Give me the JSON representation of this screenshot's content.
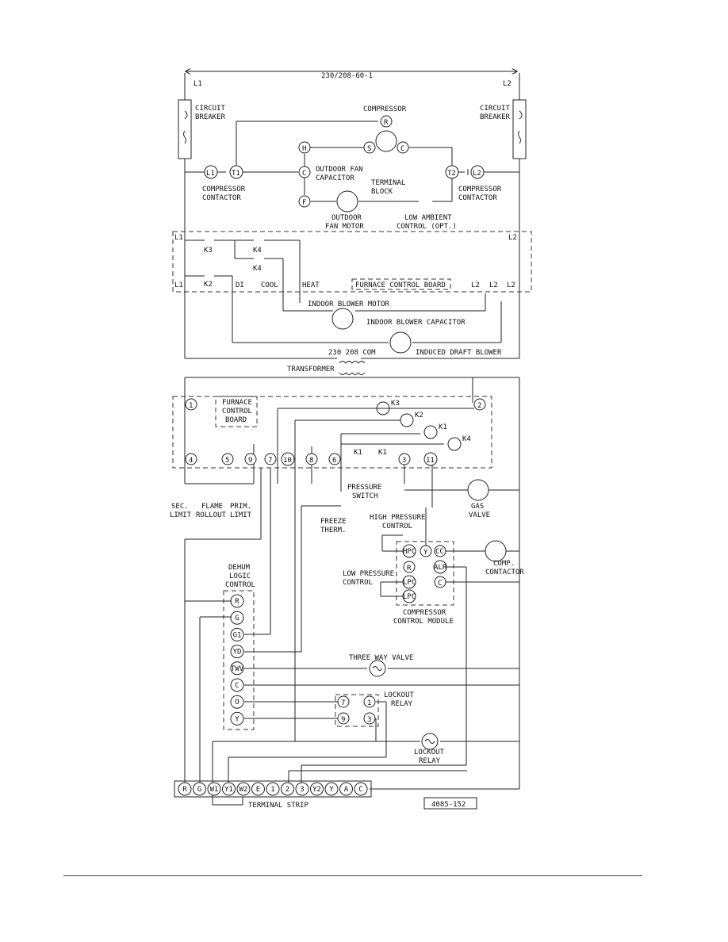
{
  "supply": {
    "voltage": "230/208-60-1",
    "l1": "L1",
    "l2": "L2"
  },
  "top": {
    "circuit_breaker_left": [
      "CIRCUIT",
      "BREAKER"
    ],
    "circuit_breaker_right": [
      "CIRCUIT",
      "BREAKER"
    ],
    "compressor": "COMPRESSOR",
    "compressor_terminals": {
      "r": "R",
      "s": "S",
      "c": "C"
    },
    "cap_terminals": {
      "h": "H",
      "c": "C",
      "f": "F"
    },
    "outdoor_fan_capacitor": [
      "OUTDOOR FAN",
      "CAPACITOR"
    ],
    "terminal_block": [
      "TERMINAL",
      "BLOCK"
    ],
    "outdoor_fan_motor": [
      "OUTDOOR",
      "FAN MOTOR"
    ],
    "low_ambient_control": [
      "LOW AMBIENT",
      "CONTROL (OPT.)"
    ],
    "contactor_left": [
      "COMPRESSOR",
      "CONTACTOR"
    ],
    "contactor_right": [
      "COMPRESSOR",
      "CONTACTOR"
    ],
    "term_l1": "L1",
    "term_t1": "T1",
    "term_t2": "T2",
    "term_l2": "L2"
  },
  "board_hv": {
    "l1_top": "L1",
    "l2_top": "L2",
    "l1_bottom": "L1",
    "k3": "K3",
    "k4a": "K4",
    "k4b": "K4",
    "k2": "K2",
    "di": "DI",
    "cool": "COOL",
    "heat": "HEAT",
    "furnace_control_board": "FURNACE CONTROL BOARD",
    "l2_a": "L2",
    "l2_b": "L2",
    "l2_c": "L2",
    "indoor_blower_motor": "INDOOR BLOWER MOTOR",
    "indoor_blower_capacitor": "INDOOR BLOWER CAPACITOR",
    "induced_draft_blower": "INDUCED DRAFT BLOWER",
    "transformer_taps": "230 208  COM",
    "transformer": "TRANSFORMER"
  },
  "board_lv": {
    "furnace_control_board": [
      "FURNACE",
      "CONTROL",
      "BOARD"
    ],
    "t1": "1",
    "t2": "2",
    "t3": "3",
    "t4": "4",
    "t5": "5",
    "t6": "6",
    "t7": "7",
    "t8": "8",
    "t9": "9",
    "t10": "10",
    "t11": "11",
    "k3": "K3",
    "k2": "K2",
    "k1": "K1",
    "k4": "K4",
    "k1a": "K1",
    "k1b": "K1",
    "pressure_switch": [
      "PRESSURE",
      "SWITCH"
    ],
    "gas_valve": [
      "GAS",
      "VALVE"
    ],
    "freeze_therm": [
      "FREEZE",
      "THERM."
    ],
    "sec_limit": [
      "SEC.",
      "LIMIT"
    ],
    "flame_rollout": [
      "FLAME",
      "ROLLOUT"
    ],
    "prim_limit": [
      "PRIM.",
      "LIMIT"
    ],
    "high_pressure_control": [
      "HIGH PRESSURE",
      "CONTROL"
    ],
    "low_pressure_control": [
      "LOW PRESSURE",
      "CONTROL"
    ],
    "module_terminals": {
      "hpc": "HPC",
      "y": "Y",
      "cc": "CC",
      "r": "R",
      "alr": "ALR",
      "lpc1": "LPC",
      "c": "C",
      "lpc2": "LPC"
    },
    "compressor_control_module": [
      "COMPRESSOR",
      "CONTROL MODULE"
    ],
    "comp_contactor": [
      "COMP.",
      "CONTACTOR"
    ]
  },
  "dehum": {
    "title": [
      "DEHUM",
      "LOGIC",
      "CONTROL"
    ],
    "terminals": [
      "R",
      "G",
      "G1",
      "YD",
      "TWV",
      "C",
      "O",
      "Y"
    ],
    "three_way_valve": "THREE WAY VALVE",
    "lockout_relay_top": [
      "LOCKOUT",
      "RELAY"
    ],
    "relay_pins": {
      "p7": "7",
      "p1": "1",
      "p9": "9",
      "p3": "3"
    },
    "lockout_relay_bottom": [
      "LOCKOUT",
      "RELAY"
    ]
  },
  "terminal_strip": {
    "label": "TERMINAL STRIP",
    "terminals": [
      "R",
      "G",
      "W1",
      "Y1",
      "W2",
      "E",
      "1",
      "2",
      "3",
      "Y2",
      "Y",
      "A",
      "C"
    ]
  },
  "drawing_number": "4085-152"
}
